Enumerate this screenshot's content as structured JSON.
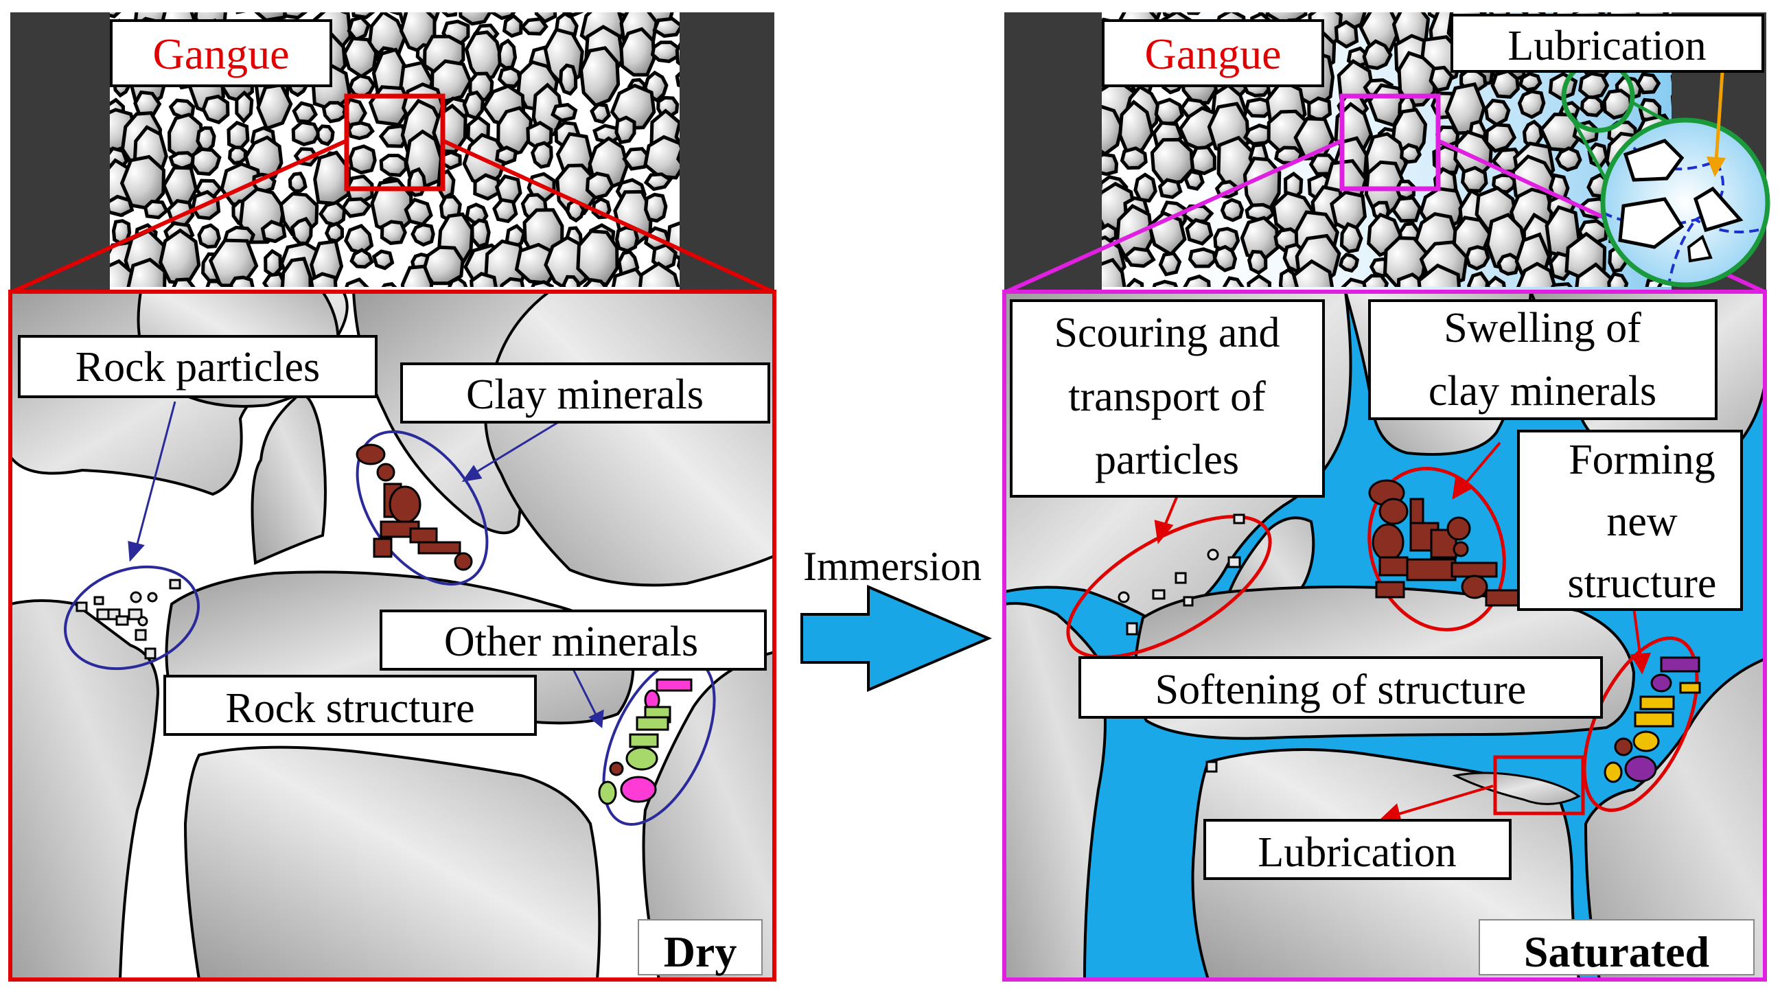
{
  "left_panel": {
    "gangue_label": "Gangue",
    "rock_particles_label": "Rock particles",
    "clay_minerals_label": "Clay minerals",
    "other_minerals_label": "Other minerals",
    "rock_structure_label": "Rock structure",
    "state_label": "Dry"
  },
  "transition": {
    "label": "Immersion"
  },
  "right_panel": {
    "gangue_label": "Gangue",
    "lubrication_top_label": "Lubrication",
    "scouring_label_lines": [
      "Scouring and",
      "transport of",
      "particles"
    ],
    "swelling_label_lines": [
      "Swelling of",
      "clay minerals"
    ],
    "forming_label_lines": [
      "Forming",
      "new",
      "structure"
    ],
    "softening_label": "Softening of structure",
    "lubrication_bottom_label": "Lubrication",
    "state_label": "Saturated"
  },
  "colors": {
    "red_frame": "#e00000",
    "magenta_frame": "#e020e0",
    "water": "#1aa8e8",
    "arrow": "#19a6e6",
    "ellipse_blue": "#2a2a9a",
    "green_circle": "#1a9a3a",
    "orange_arrow": "#f0a000",
    "clay_brown": "#8b2e22"
  }
}
